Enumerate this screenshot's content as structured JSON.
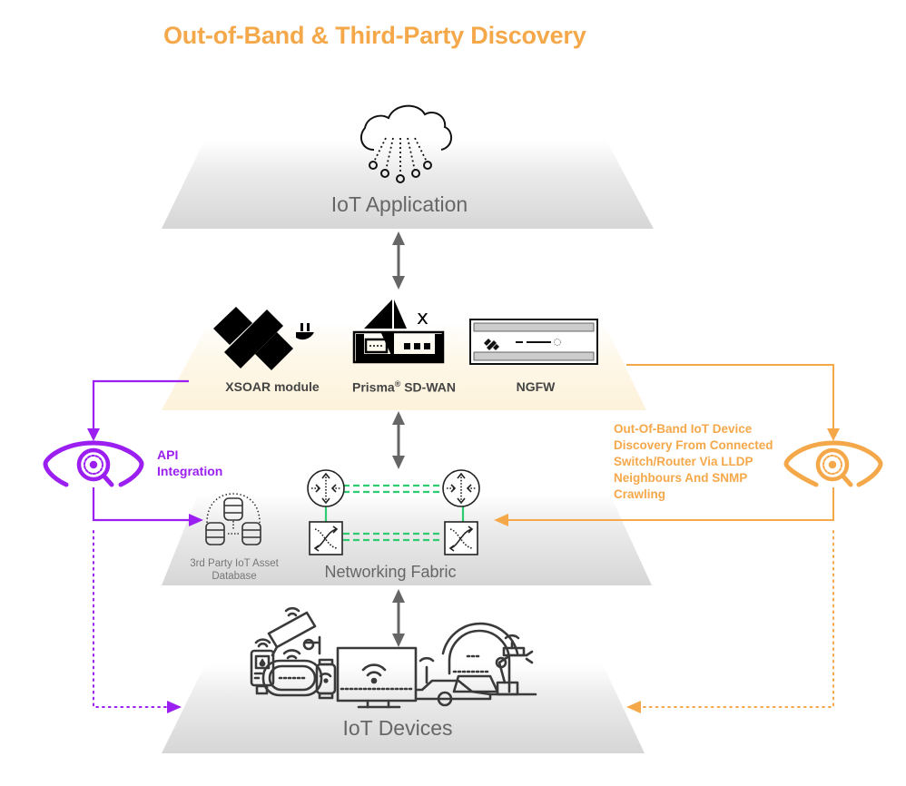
{
  "title": "Out-of-Band & Third-Party Discovery",
  "colors": {
    "title": "#f5a84a",
    "api_purple": "#9b1ff0",
    "oob_orange": "#f5a84a",
    "fabric_green": "#2ecc71",
    "layer_gray": "#d9d9d9",
    "security_layer_cream": "#fdf3dc",
    "arrow_gray": "#666666"
  },
  "layers": [
    {
      "id": "iot-application",
      "label": "IoT Application",
      "icon": "cloud-network-icon"
    },
    {
      "id": "security",
      "label": "",
      "icon": ""
    },
    {
      "id": "networking-fabric",
      "label": "Networking Fabric",
      "icon": "network-fabric-icon"
    },
    {
      "id": "iot-devices",
      "label": "IoT Devices",
      "icon": "iot-devices-icon"
    }
  ],
  "security_devices": [
    {
      "label": "XSOAR module",
      "icon": "xsoar-plug-icon"
    },
    {
      "label_main": "Prisma",
      "label_sup": "®",
      "label_rest": " SD-WAN",
      "icon": "prisma-sdwan-icon"
    },
    {
      "label": "NGFW",
      "icon": "ngfw-appliance-icon"
    }
  ],
  "database": {
    "line1": "3rd Party IoT Asset",
    "line2": "Database",
    "icon": "database-cluster-icon"
  },
  "api_integration": {
    "line1": "API",
    "line2": "Integration",
    "icon": "eye-magnifier-icon"
  },
  "oob_discovery": {
    "lines": [
      "Out-Of-Band IoT Device",
      "Discovery From Connected",
      "Switch/Router Via LLDP",
      "Neighbours And SNMP",
      "Crawling"
    ],
    "icon": "eye-magnifier-icon"
  }
}
